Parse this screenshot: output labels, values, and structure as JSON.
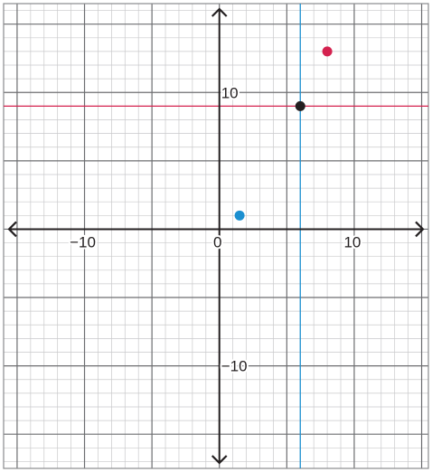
{
  "chart_data": {
    "type": "scatter",
    "title": "",
    "xlabel": "",
    "ylabel": "",
    "xlim": [
      -16,
      15.5
    ],
    "ylim": [
      -17.5,
      16.5
    ],
    "grid": true,
    "minor_step": 1,
    "major_step": 5,
    "x_tick_labels": [
      {
        "value": -10,
        "text": "−10"
      },
      {
        "value": 0,
        "text": "0"
      },
      {
        "value": 10,
        "text": "10"
      }
    ],
    "y_tick_labels": [
      {
        "value": 10,
        "text": "10"
      },
      {
        "value": -10,
        "text": "−10"
      }
    ],
    "points": [
      {
        "x": 1.5,
        "y": 1,
        "color": "#1b8fd0"
      },
      {
        "x": 6,
        "y": 9,
        "color": "#231f20"
      },
      {
        "x": 8,
        "y": 13,
        "color": "#d4224f"
      }
    ],
    "lines": [
      {
        "orientation": "horizontal",
        "value": 9,
        "color": "#d4224f"
      },
      {
        "orientation": "vertical",
        "value": 6,
        "color": "#1b8fd0"
      }
    ],
    "colors": {
      "minor_grid": "#c9c9cb",
      "major_grid": "#6d6e71",
      "axis": "#231f20",
      "border": "#8a8b8e"
    }
  }
}
